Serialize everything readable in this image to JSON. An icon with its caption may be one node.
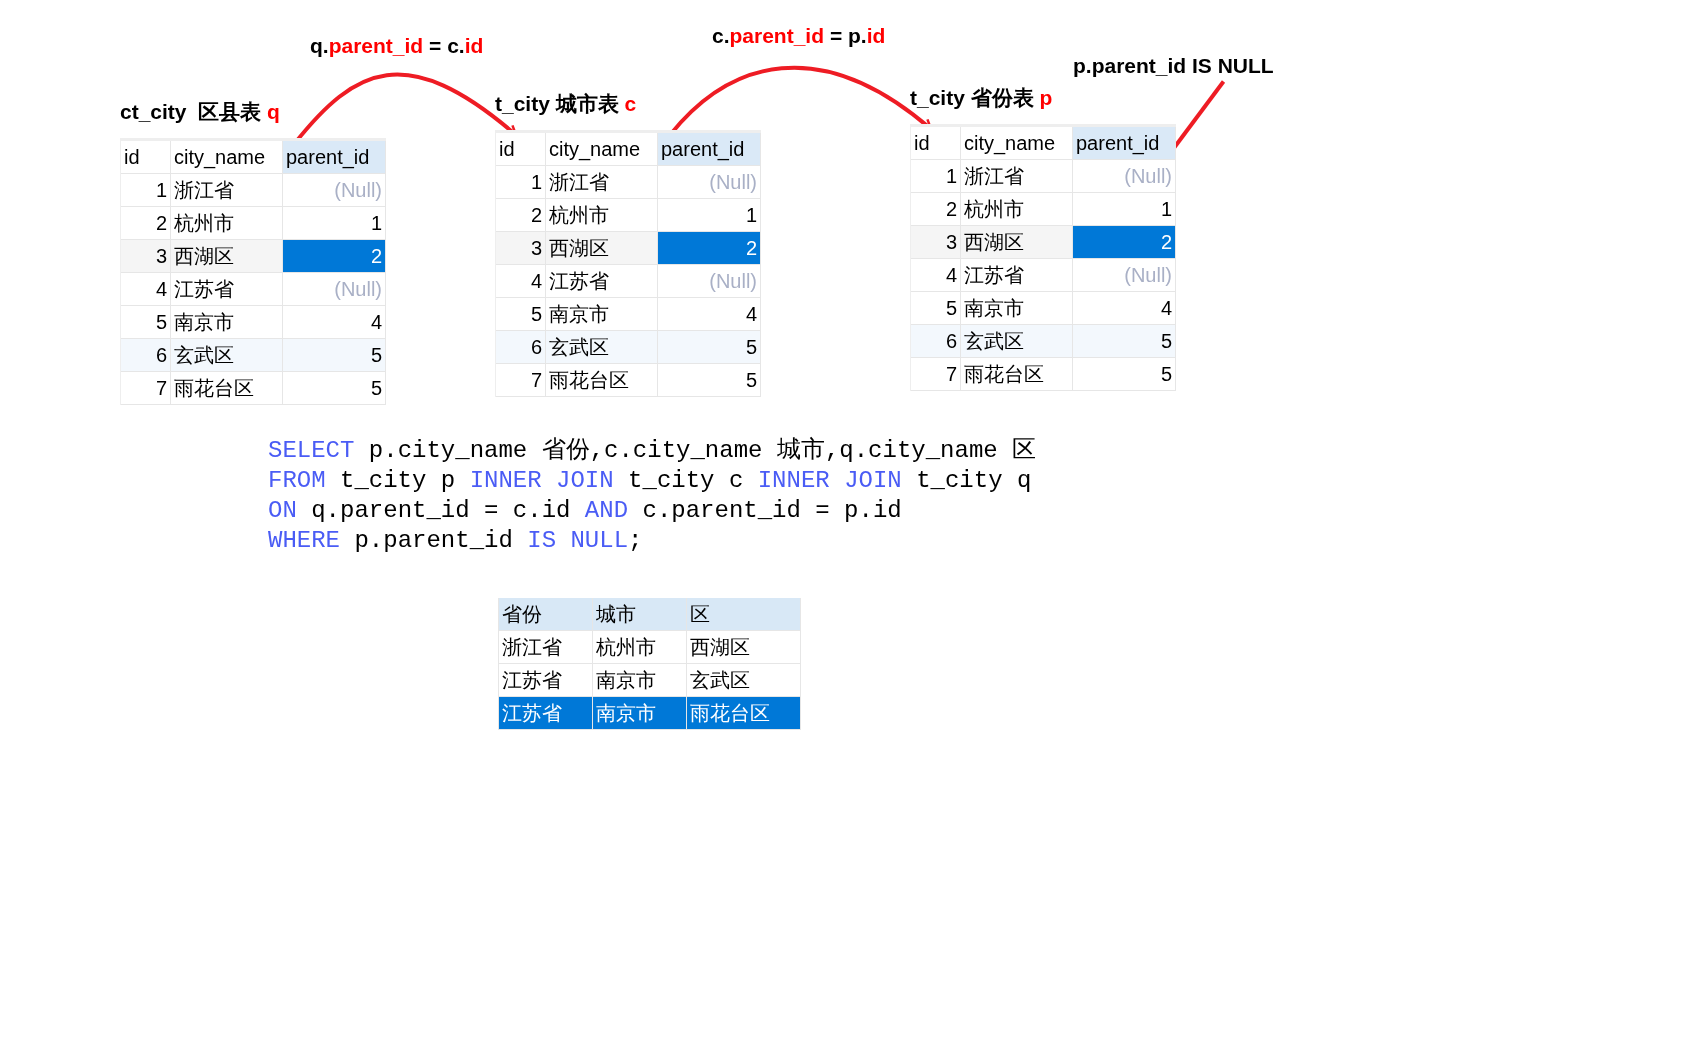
{
  "diagram": {
    "nodes": [
      {
        "text": [
          "ct_city  区县表 q"
        ]
      },
      {
        "text": [
          "parent_id"
        ],
        "in": 0
      },
      {
        "text": [
          "t_city 城市表 c"
        ]
      },
      {
        "text": [
          "id"
        ],
        "in": 2
      },
      {
        "text": [
          "parent_id"
        ],
        "in": 2
      },
      {
        "text": [
          "t_city 省份表 p"
        ]
      },
      {
        "text": [
          "id"
        ],
        "in": 5
      },
      {
        "text": [
          "p.parent_id IS NULL"
        ]
      },
      {
        "text": [
          "(Null)"
        ],
        "in": 5
      }
    ],
    "edges": [
      {
        "from": 1,
        "to": 3,
        "arrow": "to",
        "label": "q.parent_id = c.id"
      },
      {
        "from": 4,
        "to": 6,
        "arrow": "to",
        "label": "c.parent_id = p.id"
      },
      {
        "from": 7,
        "to": 8,
        "arrow": "none"
      }
    ],
    "labels": [
      "id",
      "city_name",
      "1",
      "浙江省",
      "(Null)",
      "2",
      "杭州市",
      "1",
      "3",
      "西湖区",
      "2",
      "4",
      "江苏省",
      "(Null)",
      "5",
      "南京市",
      "4",
      "6",
      "玄武区",
      "5",
      "7",
      "雨花台区",
      "5",
      "city_name",
      "1",
      "浙江省",
      "(Null)",
      "2",
      "杭州市",
      "1",
      "3",
      "西湖区",
      "2",
      "4",
      "江苏省",
      "(Null)",
      "5",
      "南京市",
      "4",
      "6",
      "玄武区",
      "5",
      "7",
      "雨花台区",
      "5",
      "city_name",
      "parent_id",
      "1",
      "浙江省",
      "2",
      "杭州市",
      "1",
      "3",
      "西湖区",
      "2",
      "4",
      "江苏省",
      "(Null)",
      "5",
      "南京市",
      "4",
      "6",
      "玄武区",
      "5",
      "7",
      "雨花台区",
      "5",
      "SELECT p.city_name 省份,c.city_name 城市,q.city_name 区",
      "FROM t_city p INNER JOIN t_city c INNER JOIN t_city q",
      "ON q.parent_id = c.id AND c.parent_id = p.id",
      "WHERE p.parent_id IS NULL;",
      "省份",
      "城市",
      "区",
      "浙江省",
      "杭州市",
      "西湖区",
      "江苏省",
      "南京市",
      "玄武区",
      "江苏省",
      "南京市",
      "雨花台区"
    ]
  }
}
